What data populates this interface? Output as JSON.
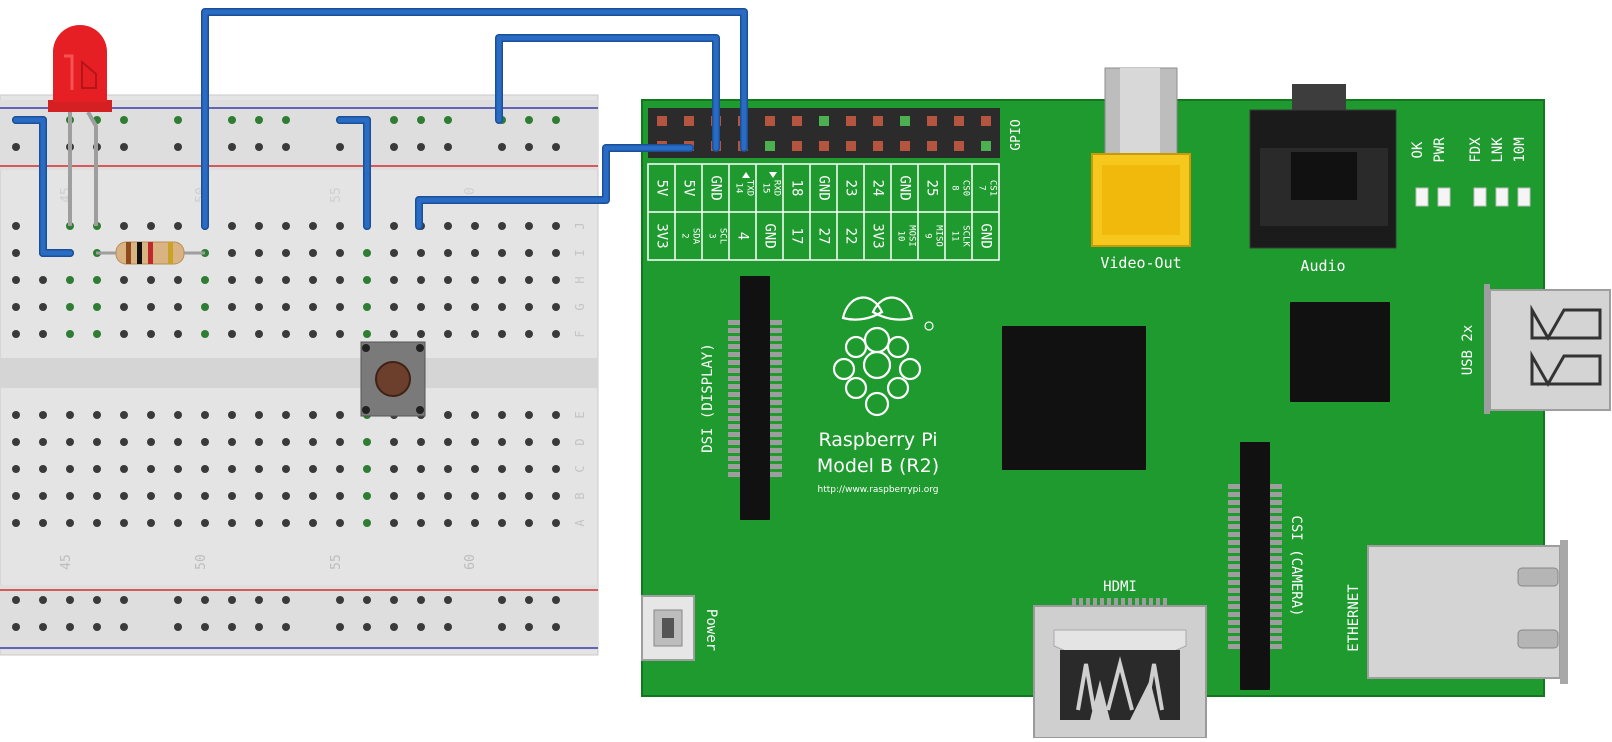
{
  "breadboard": {
    "column_numbers": [
      "45",
      "50",
      "55",
      "60"
    ],
    "faded_column_numbers": [
      "45",
      "50",
      "55",
      "60"
    ],
    "row_letters_top": [
      "J",
      "I",
      "H",
      "G",
      "F"
    ],
    "row_letters_bottom": [
      "E",
      "D",
      "C",
      "B",
      "A"
    ]
  },
  "board": {
    "title_line1": "Raspberry Pi",
    "title_line2": "Model B (R2)",
    "url": "http://www.raspberrypi.org",
    "gpio_label": "GPIO",
    "video_label": "Video-Out",
    "audio_label": "Audio",
    "hdmi_label": "HDMI",
    "dsi_label": "DSI (DISPLAY)",
    "csi_label": "CSI (CAMERA)",
    "usb_label": "USB 2x",
    "ethernet_label": "ETHERNET",
    "power_label": "Power",
    "status_leds": [
      "OK",
      "PWR",
      "FDX",
      "LNK",
      "10M"
    ],
    "gpio_top_row": [
      {
        "num": "",
        "name": "5V"
      },
      {
        "num": "",
        "name": "5V"
      },
      {
        "num": "",
        "name": "GND"
      },
      {
        "num": "14",
        "name": "TXD"
      },
      {
        "num": "15",
        "name": "RXD"
      },
      {
        "num": "",
        "name": "18"
      },
      {
        "num": "",
        "name": "GND"
      },
      {
        "num": "",
        "name": "23"
      },
      {
        "num": "",
        "name": "24"
      },
      {
        "num": "",
        "name": "GND"
      },
      {
        "num": "",
        "name": "25"
      },
      {
        "num": "8",
        "name": "CS0"
      },
      {
        "num": "7",
        "name": "CS1"
      }
    ],
    "gpio_bottom_row": [
      {
        "num": "",
        "name": "3V3"
      },
      {
        "num": "2",
        "name": "SDA"
      },
      {
        "num": "3",
        "name": "SCL"
      },
      {
        "num": "",
        "name": "4"
      },
      {
        "num": "",
        "name": "GND"
      },
      {
        "num": "",
        "name": "17"
      },
      {
        "num": "",
        "name": "27"
      },
      {
        "num": "",
        "name": "22"
      },
      {
        "num": "",
        "name": "3V3"
      },
      {
        "num": "10",
        "name": "MOSI"
      },
      {
        "num": "9",
        "name": "MISO"
      },
      {
        "num": "11",
        "name": "SCLK"
      },
      {
        "num": "",
        "name": "GND"
      }
    ]
  },
  "colors": {
    "pcb": "#1e9a2e",
    "pcb_edge": "#13771f",
    "wire": "#2a6cc4",
    "wire_edge": "#1b4f99",
    "led": "#e51f24",
    "breadboard": "#e6e6e6",
    "rail_red": "#d32f2f",
    "rail_blue": "#3a3aaa",
    "video_yellow": "#f6c81e",
    "chip": "#111111"
  }
}
